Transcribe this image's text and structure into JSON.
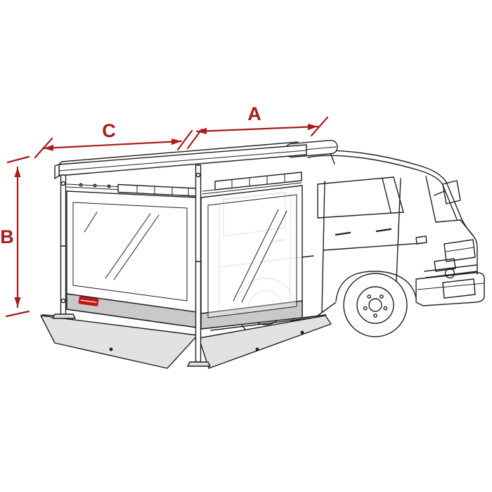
{
  "page": {
    "background": "#ffffff"
  },
  "diagram": {
    "type": "technical-illustration",
    "illustration": "camper-van-with-awning-privacy-room",
    "dimensions": {
      "a": {
        "label": "A"
      },
      "b": {
        "label": "B"
      },
      "c": {
        "label": "C"
      }
    },
    "colors": {
      "dimension": "#a81b1b",
      "line": "#1f1f1f",
      "panel_shade": "#c9c9c9",
      "skirt_shade": "#e2e2e2",
      "badge": "#c21717"
    }
  }
}
